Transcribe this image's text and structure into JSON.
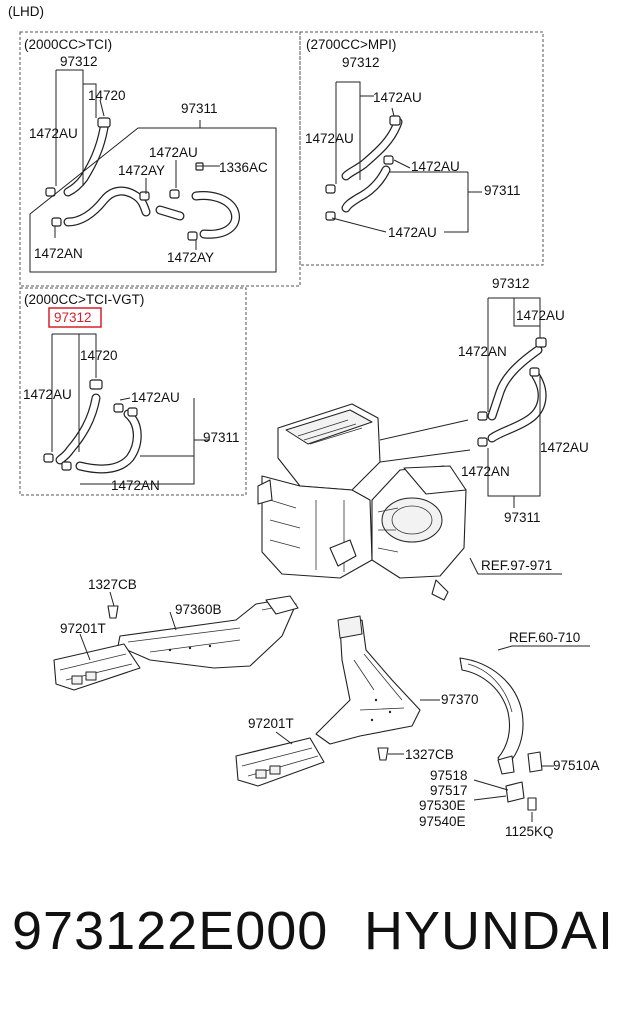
{
  "diagram": {
    "title": "(LHD)",
    "boxes": [
      {
        "header": "(2000CC>TCI)"
      },
      {
        "header": "(2700CC>MPI)"
      },
      {
        "header": "(2000CC>TCI-VGT)"
      }
    ],
    "refs": {
      "ref1": "REF.97-971",
      "ref2": "REF.60-710"
    },
    "labels": {
      "b1_97312": "97312",
      "b1_14720": "14720",
      "b1_1472au_a": "1472AU",
      "b1_97311": "97311",
      "b1_1472au_b": "1472AU",
      "b1_1472ay_a": "1472AY",
      "b1_1336ac": "1336AC",
      "b1_1472an": "1472AN",
      "b1_1472ay_b": "1472AY",
      "b2_97312": "97312",
      "b2_1472au_a": "1472AU",
      "b2_1472au_b": "1472AU",
      "b2_1472au_c": "1472AU",
      "b2_97311": "97311",
      "b2_1472au_d": "1472AU",
      "b3_97312": "97312",
      "b3_14720": "14720",
      "b3_1472au_a": "1472AU",
      "b3_1472au_b": "1472AU",
      "b3_97311": "97311",
      "b3_1472an": "1472AN",
      "r_97312": "97312",
      "r_1472au_a": "1472AU",
      "r_1472an_a": "1472AN",
      "r_1472au_b": "1472AU",
      "r_1472an_b": "1472AN",
      "r_97311": "97311",
      "l_1327cb_a": "1327CB",
      "l_97360b": "97360B",
      "l_97201t_a": "97201T",
      "l_97370": "97370",
      "l_97201t_b": "97201T",
      "l_1327cb_b": "1327CB",
      "l_97518": "97518",
      "l_97517": "97517",
      "l_97530e": "97530E",
      "l_97540e": "97540E",
      "l_97510a": "97510A",
      "l_1125kq": "1125KQ"
    }
  },
  "footer": {
    "part_number": "973122E000",
    "brand": "HYUNDAI"
  },
  "colors": {
    "highlight": "#d81f2a",
    "ink": "#111111"
  }
}
